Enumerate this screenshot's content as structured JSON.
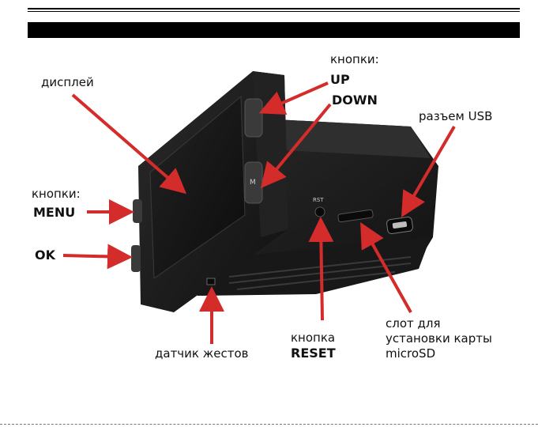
{
  "labels": {
    "display": "дисплей",
    "buttons_top": "кнопки:",
    "up": "UP",
    "down": "DOWN",
    "usb": "разъем USB",
    "buttons_left": "кнопки:",
    "menu": "MENU",
    "ok": "OK",
    "sensor": "датчик жестов",
    "reset_line1": "кнопка",
    "reset_line2": "RESET",
    "slot_line1": "слот для",
    "slot_line2": "установки карты",
    "slot_line3": "microSD"
  },
  "device_marks": {
    "rst": "RST",
    "m": "M"
  },
  "colors": {
    "arrow": "#d42b2b",
    "body": "#1c1c1c",
    "header_bar": "#000000"
  }
}
